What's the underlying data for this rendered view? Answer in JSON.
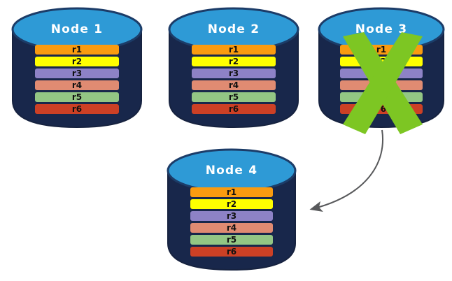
{
  "diagram": {
    "type": "replication-failover-diagram",
    "background_color": "#ffffff",
    "palette": {
      "cylinder_body": "#18274B",
      "cylinder_body_dark": "#14203E",
      "cylinder_top": "#2E9AD6",
      "cylinder_top_edge": "#1C3C68",
      "title_text": "#ffffff",
      "row_text": "#111111",
      "x_mark": "#7DC623",
      "arrow": "#58595B"
    },
    "row_colors": {
      "r1": "#F99B10",
      "r2": "#FFFF00",
      "r3": "#8D82C6",
      "r4": "#E08B72",
      "r5": "#93C684",
      "r6": "#CC4025"
    }
  },
  "nodes": [
    {
      "id": "node-1",
      "title": "Node  1",
      "failed": false,
      "rows": [
        {
          "label": "r1",
          "color": "#F99B10"
        },
        {
          "label": "r2",
          "color": "#FFFF00"
        },
        {
          "label": "r3",
          "color": "#8D82C6"
        },
        {
          "label": "r4",
          "color": "#E08B72"
        },
        {
          "label": "r5",
          "color": "#93C684"
        },
        {
          "label": "r6",
          "color": "#CC4025"
        }
      ]
    },
    {
      "id": "node-2",
      "title": "Node  2",
      "failed": false,
      "rows": [
        {
          "label": "r1",
          "color": "#F99B10"
        },
        {
          "label": "r2",
          "color": "#FFFF00"
        },
        {
          "label": "r3",
          "color": "#8D82C6"
        },
        {
          "label": "r4",
          "color": "#E08B72"
        },
        {
          "label": "r5",
          "color": "#93C684"
        },
        {
          "label": "r6",
          "color": "#CC4025"
        }
      ]
    },
    {
      "id": "node-3",
      "title": "Node  3",
      "failed": true,
      "rows": [
        {
          "label": "r1",
          "color": "#F99B10"
        },
        {
          "label": "r2",
          "color": "#FFFF00"
        },
        {
          "label": "r3",
          "color": "#8D82C6"
        },
        {
          "label": "r4",
          "color": "#E08B72"
        },
        {
          "label": "r5",
          "color": "#93C684"
        },
        {
          "label": "r6",
          "color": "#CC4025"
        }
      ]
    },
    {
      "id": "node-4",
      "title": "Node  4",
      "failed": false,
      "rows": [
        {
          "label": "r1",
          "color": "#F99B10"
        },
        {
          "label": "r2",
          "color": "#FFFF00"
        },
        {
          "label": "r3",
          "color": "#8D82C6"
        },
        {
          "label": "r4",
          "color": "#E08B72"
        },
        {
          "label": "r5",
          "color": "#93C684"
        },
        {
          "label": "r6",
          "color": "#CC4025"
        }
      ]
    }
  ],
  "connector": {
    "from": "node-3",
    "to": "node-4",
    "style": "curved-arrow",
    "color": "#58595B"
  }
}
